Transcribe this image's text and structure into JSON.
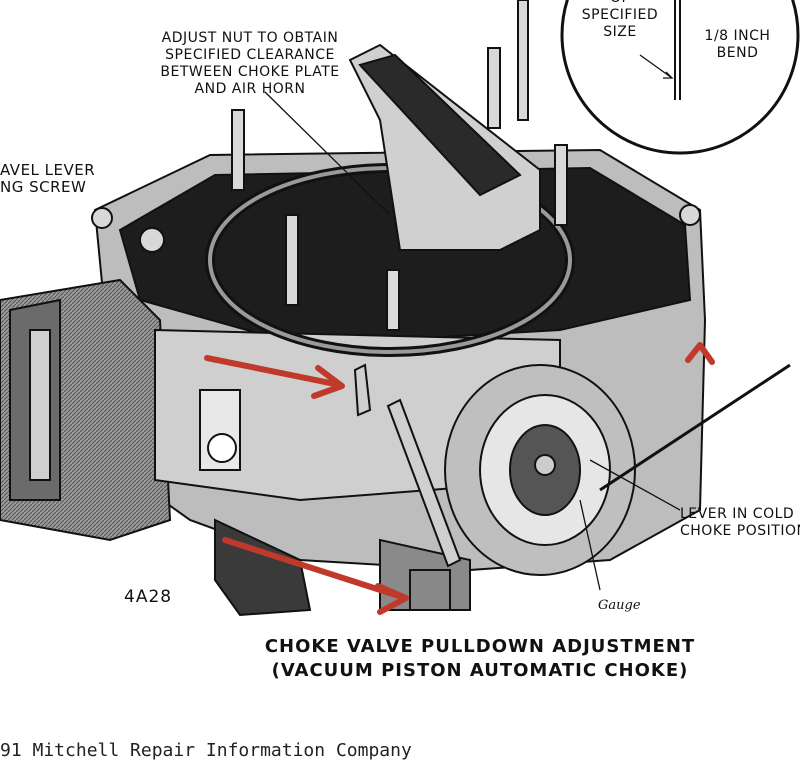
{
  "labels": {
    "adjust_nut": "ADJUST NUT TO OBTAIN\nSPECIFIED CLEARANCE\nBETWEEN CHOKE PLATE\nAND AIR HORN",
    "inset_size": "OF\nSPECIFIED\nSIZE",
    "inset_bend": "1/8 INCH\nBEND",
    "lever_screw": "AVEL LEVER\nNG SCREW",
    "lever_cold": "LEVER IN COLD\nCHOKE POSITION",
    "gauge": "Gauge",
    "figure_code": "4A28"
  },
  "caption": {
    "line1": "CHOKE VALVE PULLDOWN ADJUSTMENT",
    "line2": "(VACUUM PISTON AUTOMATIC CHOKE)"
  },
  "footer": "91 Mitchell Repair Information Company",
  "colors": {
    "arrow": "#c0392b",
    "ink": "#111111",
    "paper": "#ffffff",
    "shade": "#777777"
  }
}
